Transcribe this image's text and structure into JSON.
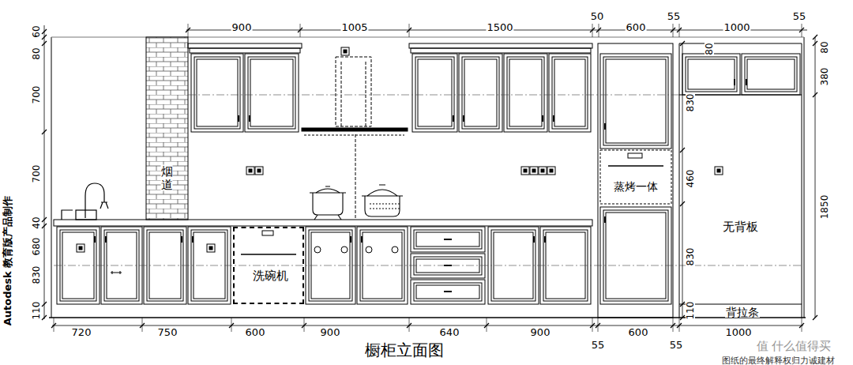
{
  "diagram": {
    "title": "橱柜立面图",
    "nodes": [
      {
        "text": [
          "烟道"
        ]
      },
      {
        "text": [
          "洗碗机"
        ]
      },
      {
        "text": [
          "蒸烤一体"
        ]
      },
      {
        "text": [
          "无背板"
        ]
      }
    ],
    "labels": [
      "900",
      "1005",
      "1500",
      "50",
      "600",
      "55",
      "1000",
      "55",
      "60",
      "80",
      "700",
      "700",
      "40",
      "680",
      "830",
      "110",
      "80",
      "380",
      "1850",
      "80",
      "830",
      "460",
      "830",
      "110",
      "720",
      "750",
      "600",
      "900",
      "640",
      "900",
      "600",
      "55",
      "55",
      "1000",
      "背拉条",
      "Autodesk 教育版产品制作",
      "值 什么值得买",
      "图纸的最终解释权归力诚建材"
    ]
  }
}
